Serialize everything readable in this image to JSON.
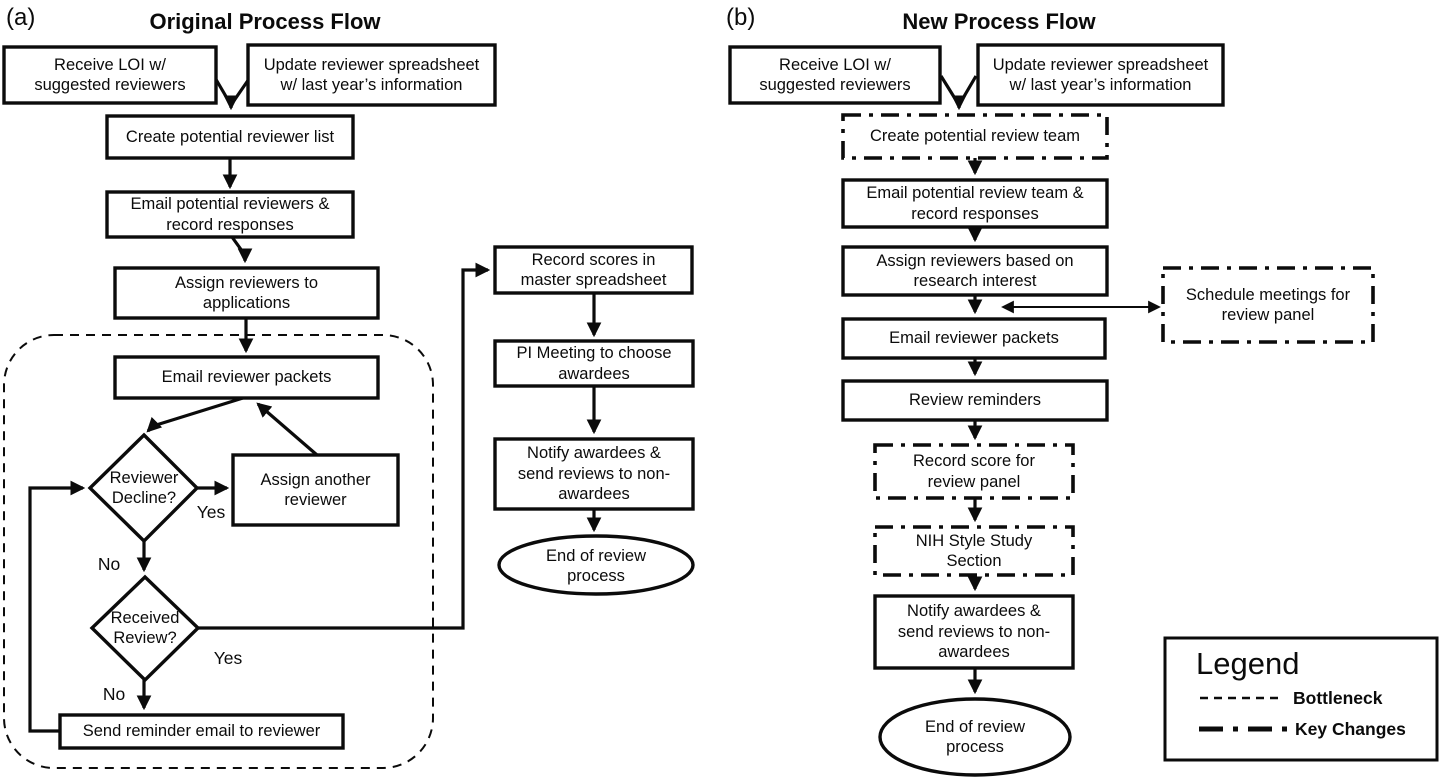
{
  "panel_a": {
    "label": "(a)",
    "title": "Original Process Flow",
    "nodes": {
      "receive_loi": "Receive LOI w/\nsuggested reviewers",
      "update_spreadsheet": "Update reviewer spreadsheet\nw/ last year’s information",
      "create_list": "Create potential reviewer list",
      "email_potential": "Email potential reviewers &\nrecord responses",
      "assign_reviewers": "Assign reviewers to\napplications",
      "email_packets": "Email reviewer packets",
      "reviewer_decline": "Reviewer\nDecline?",
      "assign_another": "Assign another\nreviewer",
      "received_review": "Received\nReview?",
      "send_reminder": "Send reminder email to reviewer",
      "record_scores": "Record scores in\nmaster spreadsheet",
      "pi_meeting": "PI Meeting to choose\nawardees",
      "notify_awardees": "Notify awardees &\nsend reviews to non-\nawardees",
      "end_process": "End of review\nprocess"
    },
    "edge_labels": {
      "yes_decline": "Yes",
      "no_decline": "No",
      "yes_received": "Yes",
      "no_received": "No"
    }
  },
  "panel_b": {
    "label": "(b)",
    "title": "New Process Flow",
    "nodes": {
      "receive_loi": "Receive LOI w/\nsuggested reviewers",
      "update_spreadsheet": "Update reviewer spreadsheet\nw/ last year’s information",
      "create_team": "Create potential review team",
      "email_team": "Email potential review team &\nrecord responses",
      "assign_interest": "Assign reviewers based on\nresearch interest",
      "email_packets": "Email reviewer packets",
      "review_reminders": "Review reminders",
      "record_score": "Record score for\nreview panel",
      "nih_section": "NIH Style Study\nSection",
      "notify_awardees": "Notify awardees &\nsend reviews to non-\nawardees",
      "end_process": "End of review\nprocess",
      "schedule_meetings": "Schedule meetings for\nreview panel"
    }
  },
  "legend": {
    "title": "Legend",
    "items": [
      {
        "style": "dashed",
        "label": "Bottleneck"
      },
      {
        "style": "dash-dot",
        "label": "Key Changes"
      }
    ]
  },
  "colors": {
    "ink": "#0b0b0b",
    "background": "#ffffff"
  }
}
